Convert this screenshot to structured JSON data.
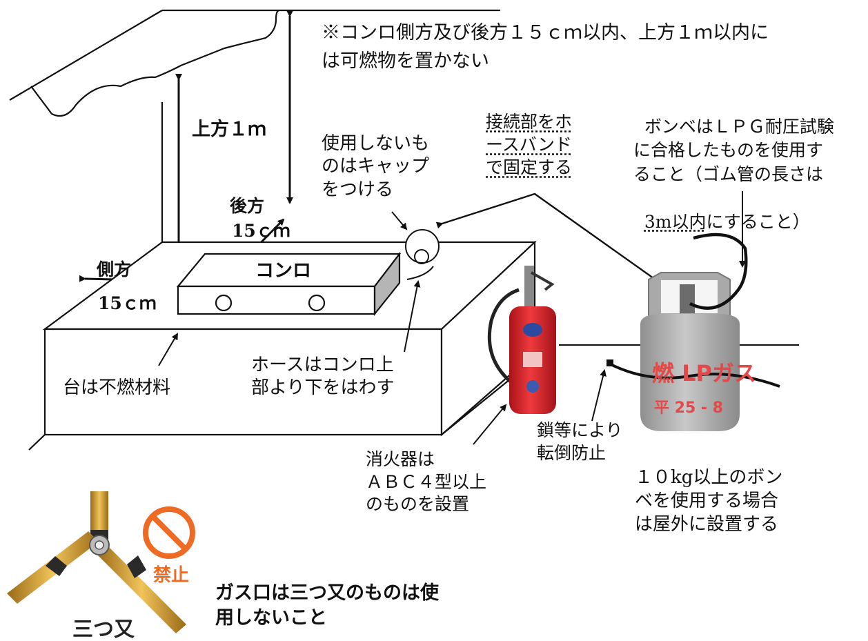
{
  "notice": "※コンロ側方及び後方１５ｃｍ以内、上方１ｍ以内には可燃物を置かない",
  "notice_lines": [
    "※コンロ側方及び後方１５ｃｍ以内、上方１ｍ以内に",
    "は可燃物を置かない"
  ],
  "labels": {
    "above": "上方１ｍ",
    "rear_1": "後方",
    "rear_2": "15ｃｍ",
    "side": "側方",
    "side_dist": "15ｃｍ",
    "stove": "コンロ",
    "cap": "使用しないも\nのはキャップ\nをつける",
    "hose_band": "接続部をホ\nースバンド\nで固定する",
    "cylinder_1": "ボンベはＬＰＧ耐圧試験\nに合格したものを使用す\nること（ゴム管の長さは",
    "cylinder_2_u": "3m以内",
    "cylinder_2_rest": "にすること）",
    "table": "台は不燃材料",
    "hose_off": "ホースはコンロ上\n部より下をはわす",
    "extinguisher": "消火器は\nＡＢＣ４型以上\nのものを設置",
    "chain": "鎖等により\n転倒防止",
    "outdoor": "１０kg以上のボン\nベを使用する場合\nは屋外に設置する",
    "bottom_warning": "ガス口は三つ又のものは使\n用しないこと",
    "prohibit_tag": "禁止",
    "triple_tag": "三つ又",
    "cylinder_text_1": "燃 LPガス",
    "cylinder_text_2": "平 25 - 8"
  },
  "colors": {
    "line": "#111111",
    "extinguisher_red": "#d8262b",
    "cylinder_gray": "#a9a9a9",
    "cylinder_text": "#e24a4a",
    "prohibit_orange": "#ee6b25",
    "hose_gold": "#d8a336",
    "hose_dark": "#2a2a2a"
  }
}
